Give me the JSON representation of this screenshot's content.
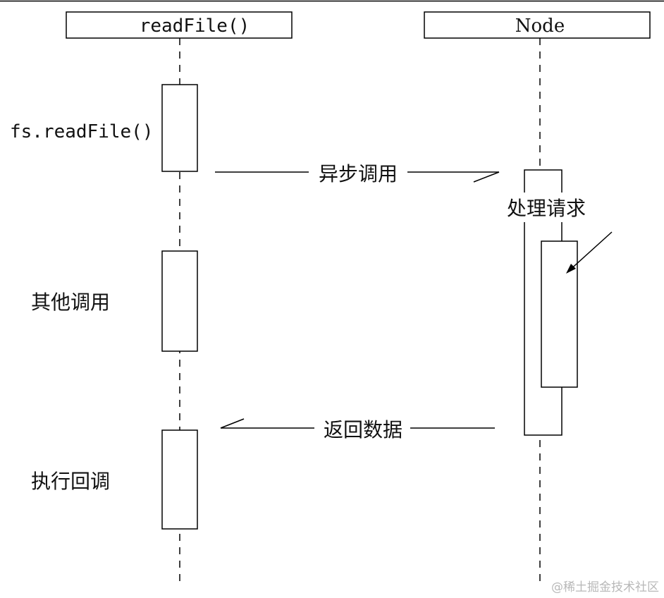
{
  "participants": {
    "left": {
      "label": "readFile()"
    },
    "right": {
      "label": "Node"
    }
  },
  "labels": {
    "fs_readfile": "fs.readFile()",
    "other_calls": "其他调用",
    "execute_callback": "执行回调",
    "process_request": "处理请求"
  },
  "messages": {
    "async_call": "异步调用",
    "return_data": "返回数据"
  },
  "watermark": "@稀土掘金技术社区"
}
